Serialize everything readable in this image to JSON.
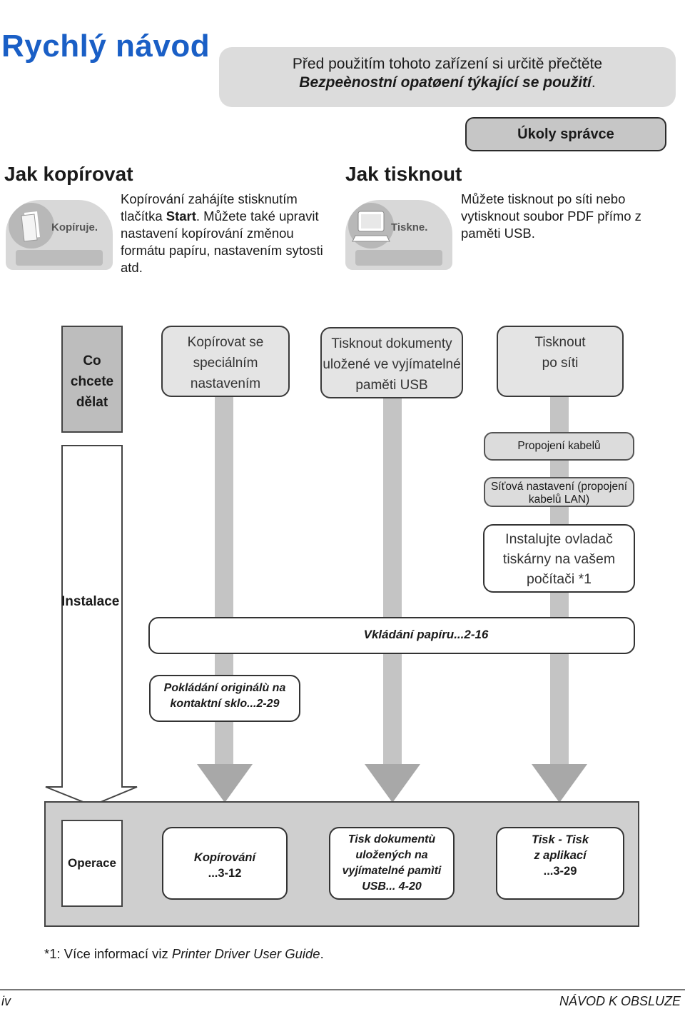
{
  "header": {
    "title": "Rychlý návod",
    "notice_line1": "Před použitím tohoto zařízení si určitě přečtěte",
    "notice_line2": "Bezpeènostní opatøení týkající se použití",
    "notice_dot": ".",
    "admin_label": "Úkoly správce"
  },
  "copy": {
    "heading": "Jak kopírovat",
    "icon_label": "Kopíruje.",
    "text_before": "Kopírování zahájíte stisknutím tlačítka ",
    "text_bold": "Start",
    "text_after": ". Můžete také upravit nastavení kopírování změnou formátu papíru, nastavením sytosti atd."
  },
  "print": {
    "heading": "Jak tisknout",
    "icon_label": "Tiskne.",
    "text": "Můžete tisknout po síti nebo vytisknout soubor PDF přímo z paměti USB."
  },
  "flow": {
    "what_label": [
      "Co",
      "chcete",
      "dělat"
    ],
    "col1_top": [
      "Kopírovat se",
      "speciálním",
      "nastavením"
    ],
    "col2_top": [
      "Tisknout dokumenty",
      "uložené ve vyjímatelné",
      "paměti USB"
    ],
    "col3_top": [
      "Tisknout",
      "po síti"
    ],
    "cable": "Propojení kabelů",
    "network": [
      "Síťová nastavení (propojení",
      "kabelů LAN)"
    ],
    "driver": [
      "Instalujte ovladač",
      "tiskárny na vašem",
      "počítači *1"
    ],
    "install_label": "Instalace",
    "paper": "Vkládání papíru...2-16",
    "originals": [
      "Pokládání originálù na",
      "kontaktní sklo...2-29"
    ],
    "operation_label": "Operace",
    "op_copy": [
      "Kopírování",
      "...3-12"
    ],
    "op_usb": [
      "Tisk dokumentù",
      "uložených na",
      "vyjímatelné pamìti",
      "USB... 4-20"
    ],
    "op_print": [
      "Tisk - Tisk",
      "z aplikací",
      "...3-29"
    ]
  },
  "footnote": {
    "prefix": "*1: Více informací viz ",
    "italic": "Printer Driver User Guide",
    "suffix": "."
  },
  "footer": {
    "page": "iv",
    "manual": "NÁVOD K OBSLUZE"
  }
}
